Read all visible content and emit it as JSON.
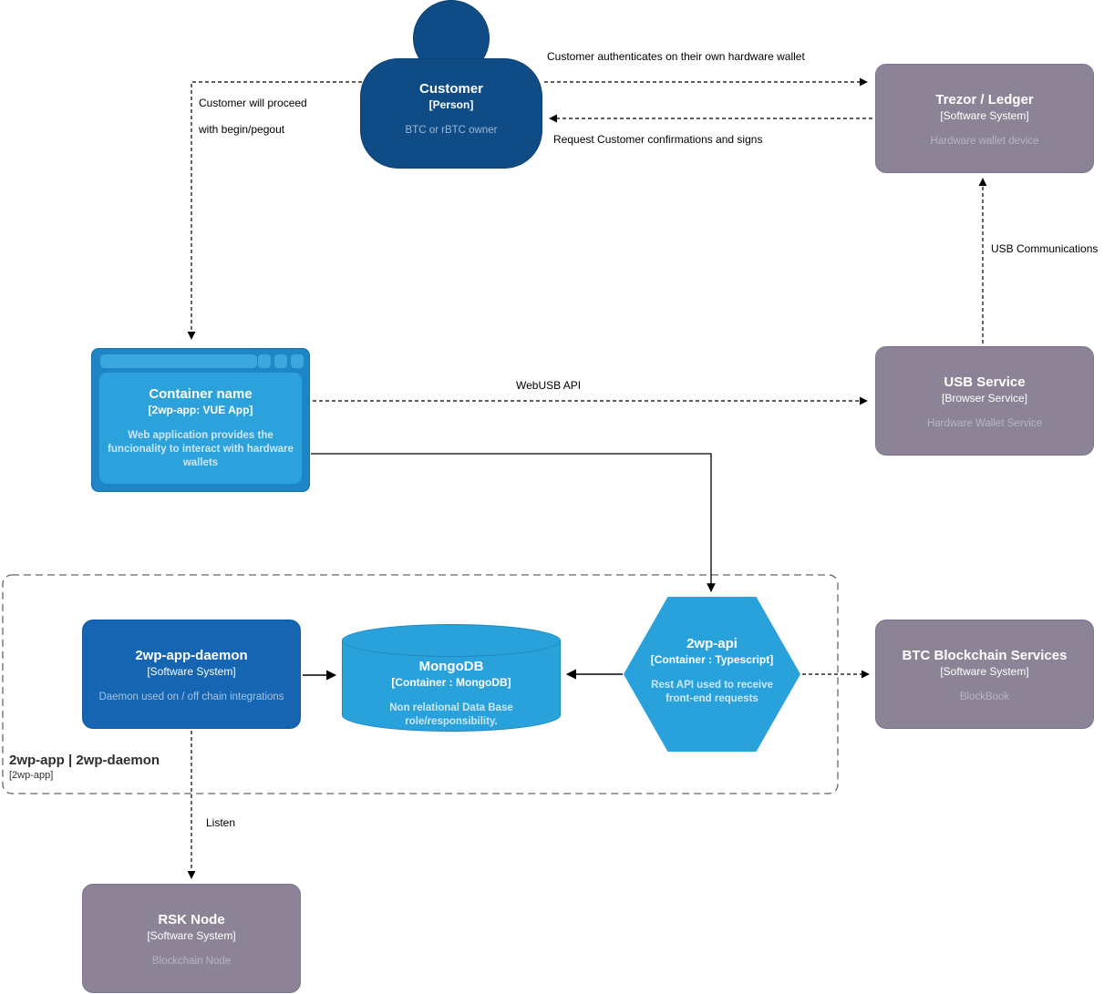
{
  "nodes": {
    "customer": {
      "title": "Customer",
      "type": "[Person]",
      "desc": "BTC or rBTC owner"
    },
    "trezor": {
      "title": "Trezor / Ledger",
      "type": "[Software System]",
      "desc": "Hardware wallet device"
    },
    "container": {
      "title": "Container name",
      "type": "[2wp-app: VUE App]",
      "desc": "Web application provides the funcionality to interact with hardware wallets"
    },
    "usb": {
      "title": "USB Service",
      "type": "[Browser Service]",
      "desc": "Hardware Wallet Service"
    },
    "daemon": {
      "title": "2wp-app-daemon",
      "type": "[Software System]",
      "desc": "Daemon used on / off chain integrations"
    },
    "mongo": {
      "title": "MongoDB",
      "type": "[Container : MongoDB]",
      "desc": "Non relational Data Base role/responsibility."
    },
    "api": {
      "title": "2wp-api",
      "type": "[Container : Typescript]",
      "desc": "Rest API used to receive front-end requests"
    },
    "btc": {
      "title": "BTC Blockchain Services",
      "type": "[Software System]",
      "desc": "BlockBook"
    },
    "rsk": {
      "title": "RSK Node",
      "type": "[Software System]",
      "desc": "Blockchain Node"
    }
  },
  "boundary": {
    "title": "2wp-app | 2wp-daemon",
    "subtitle": "[2wp-app]"
  },
  "edges": {
    "authenticate": "Customer authenticates on their own hardware wallet",
    "request_sign": "Request Customer confirmations and signs",
    "proceed_line1": "Customer will proceed",
    "proceed_line2": "with begin/pegout",
    "usb_comm": "USB Communications",
    "webusb": "WebUSB API",
    "listen": "Listen"
  },
  "colors": {
    "person": "#0f4c85",
    "system_gray": "#8c8496",
    "bright_blue": "#29a2dc",
    "daemon_blue": "#1565b2",
    "browser_frame": "#1e86c6"
  }
}
